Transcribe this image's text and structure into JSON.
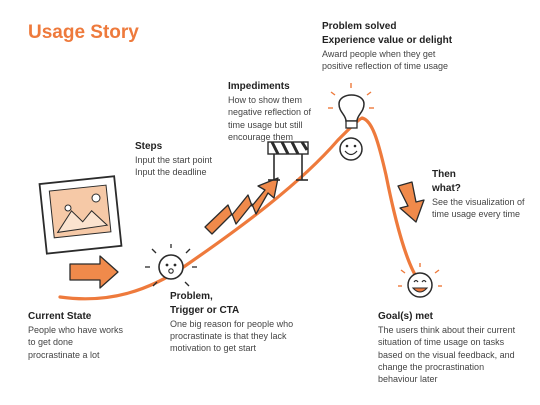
{
  "title": "Usage Story",
  "colors": {
    "accent": "#ee7a3c",
    "arrow_fill": "#f08a4b",
    "ink": "#2b2b2b"
  },
  "stages": {
    "current_state": {
      "heading": "Current State",
      "lines": [
        "People who have works",
        "to get done",
        "procrastinate a lot"
      ]
    },
    "problem": {
      "heading": [
        "Problem,",
        "Trigger or CTA"
      ],
      "lines": [
        "One big reason for people who",
        "procrastinate is that they lack",
        "motivation to get start"
      ]
    },
    "steps": {
      "heading": "Steps",
      "lines": [
        "Input the start point",
        "Input the deadline"
      ]
    },
    "impediments": {
      "heading": "Impediments",
      "lines": [
        "How to show them",
        "negative reflection of",
        "time usage but still",
        "encourage them"
      ]
    },
    "problem_solved": {
      "heading": [
        "Problem solved",
        "Experience value or delight"
      ],
      "lines": [
        "Award people when they get",
        "positive reflection of time usage"
      ]
    },
    "then_what": {
      "heading": [
        "Then",
        "what?"
      ],
      "lines": [
        "See the visualization of",
        "time usage every time"
      ]
    },
    "goals_met": {
      "heading": "Goal(s) met",
      "lines": [
        "The users think about their current",
        "situation of time usage on tasks",
        "based on the visual feedback, and",
        "change the procrastination",
        "behaviour later"
      ]
    }
  }
}
